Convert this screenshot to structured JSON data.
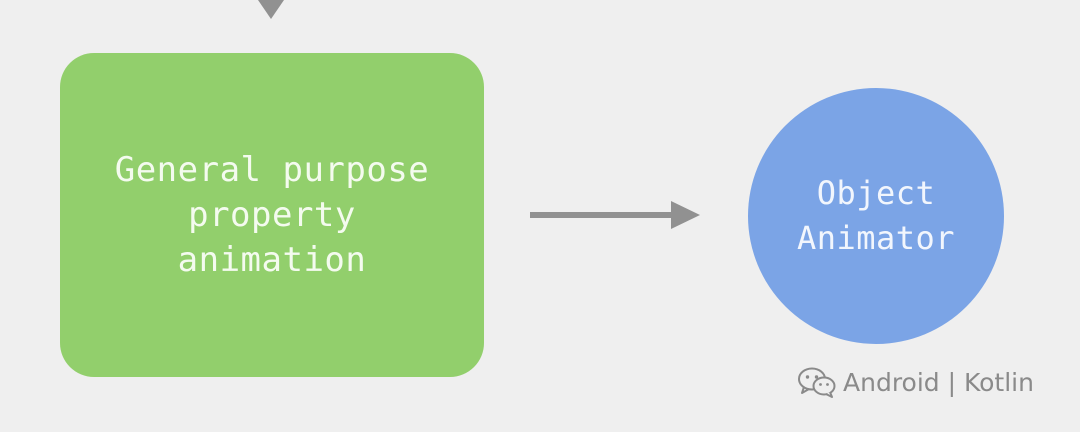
{
  "nodes": {
    "general": {
      "label": "General purpose\nproperty\nanimation",
      "color": "#92cf6c"
    },
    "object_animator": {
      "label": "Object\nAnimator",
      "color": "#7ba4e6"
    }
  },
  "arrows": {
    "color": "#919191",
    "incoming": {
      "icon": "arrow-down-icon"
    },
    "connector": {
      "icon": "arrow-right-icon"
    }
  },
  "watermark": {
    "text": "Android | Kotlin",
    "icon": "wechat-icon"
  }
}
